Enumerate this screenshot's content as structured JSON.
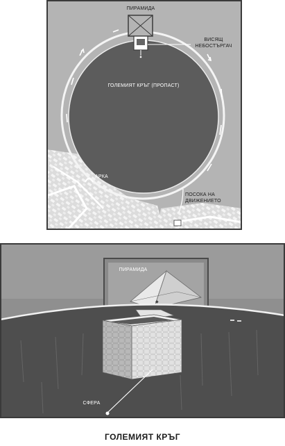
{
  "top_map": {
    "labels": {
      "pyramid": "ПИРАМИДА",
      "skyscraper": "ВИСЯЩ НЕБОСТЪРГАЧ",
      "great_circle": "ГОЛЕМИЯТ КРЪГ (ПРОПАСТ)",
      "arch": "АРКА",
      "traffic_direction": "ПОСОКА НА ДВИЖЕНИЕТО"
    }
  },
  "bottom_view": {
    "labels": {
      "pyramid": "ПИРАМИДА",
      "sphere": "СФЕРА"
    }
  },
  "caption": "ГОЛЕМИЯТ КРЪГ",
  "colors": {
    "map_background": "#b4b4b4",
    "abyss": "#5c5c5c",
    "frame": "#3a3a3a",
    "scene_background": "#8f8f8f",
    "ground": "#4e4e4e"
  }
}
